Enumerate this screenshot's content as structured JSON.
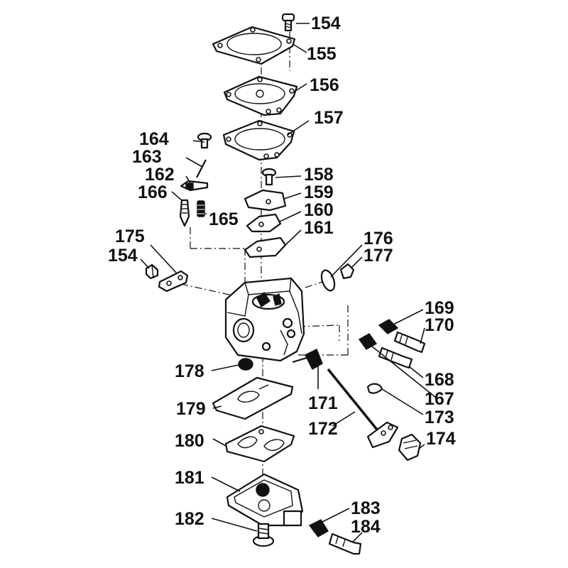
{
  "labels": [
    {
      "id": "154a",
      "text": "154"
    },
    {
      "id": "155",
      "text": "155"
    },
    {
      "id": "156",
      "text": "156"
    },
    {
      "id": "157",
      "text": "157"
    },
    {
      "id": "164",
      "text": "164"
    },
    {
      "id": "163",
      "text": "163"
    },
    {
      "id": "162",
      "text": "162"
    },
    {
      "id": "166",
      "text": "166"
    },
    {
      "id": "165",
      "text": "165"
    },
    {
      "id": "158",
      "text": "158"
    },
    {
      "id": "159",
      "text": "159"
    },
    {
      "id": "160",
      "text": "160"
    },
    {
      "id": "161",
      "text": "161"
    },
    {
      "id": "175",
      "text": "175"
    },
    {
      "id": "154b",
      "text": "154"
    },
    {
      "id": "176",
      "text": "176"
    },
    {
      "id": "177",
      "text": "177"
    },
    {
      "id": "169",
      "text": "169"
    },
    {
      "id": "170",
      "text": "170"
    },
    {
      "id": "168",
      "text": "168"
    },
    {
      "id": "167",
      "text": "167"
    },
    {
      "id": "173",
      "text": "173"
    },
    {
      "id": "178",
      "text": "178"
    },
    {
      "id": "171",
      "text": "171"
    },
    {
      "id": "179",
      "text": "179"
    },
    {
      "id": "172",
      "text": "172"
    },
    {
      "id": "180",
      "text": "180"
    },
    {
      "id": "174",
      "text": "174"
    },
    {
      "id": "181",
      "text": "181"
    },
    {
      "id": "182",
      "text": "182"
    },
    {
      "id": "183",
      "text": "183"
    },
    {
      "id": "184",
      "text": "184"
    }
  ]
}
